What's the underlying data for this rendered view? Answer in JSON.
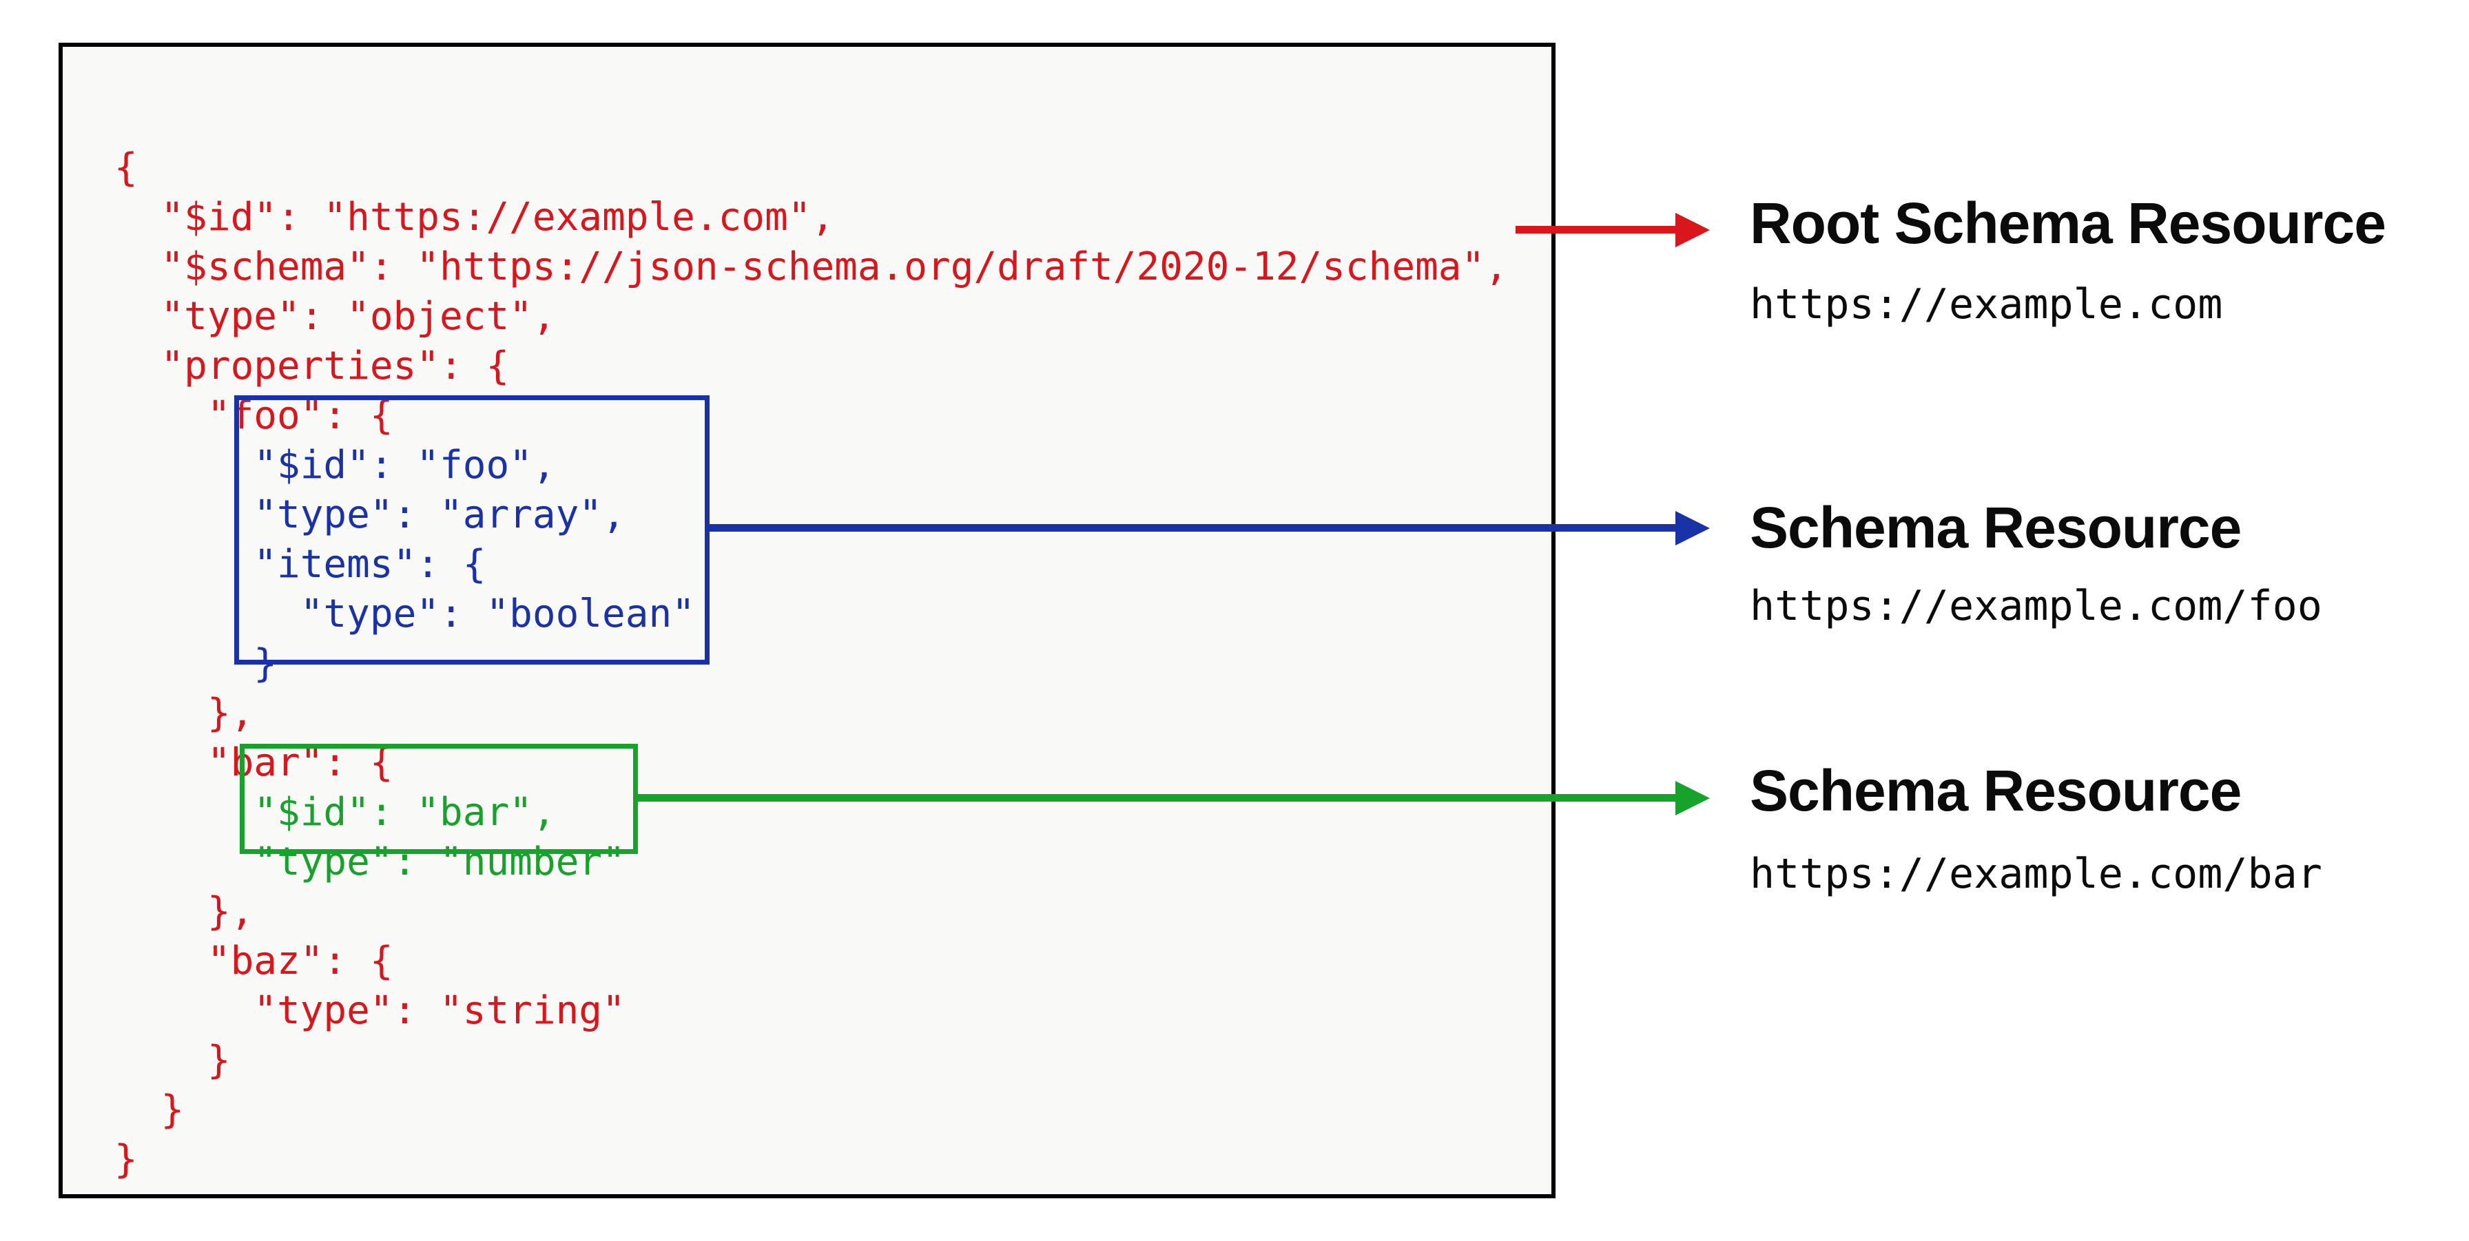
{
  "colors": {
    "red": "#d8161b",
    "blue": "#1a32a8",
    "green": "#17a32b",
    "text_black": "#0b0b0b",
    "box_background": "#f9f9f8",
    "box_border": "#000000"
  },
  "code": {
    "lines": [
      {
        "text": "{",
        "region": "root"
      },
      {
        "text": "  \"$id\": \"https://example.com\",",
        "region": "root"
      },
      {
        "text": "  \"$schema\": \"https://json-schema.org/draft/2020-12/schema\",",
        "region": "root"
      },
      {
        "text": "  \"type\": \"object\",",
        "region": "root"
      },
      {
        "text": "  \"properties\": {",
        "region": "root"
      },
      {
        "text": "    \"foo\": {",
        "region": "root"
      },
      {
        "text": "      \"$id\": \"foo\",",
        "region": "foo"
      },
      {
        "text": "      \"type\": \"array\",",
        "region": "foo"
      },
      {
        "text": "      \"items\": {",
        "region": "foo"
      },
      {
        "text": "        \"type\": \"boolean\"",
        "region": "foo"
      },
      {
        "text": "      }",
        "region": "foo"
      },
      {
        "text": "    },",
        "region": "root"
      },
      {
        "text": "    \"bar\": {",
        "region": "root"
      },
      {
        "text": "      \"$id\": \"bar\",",
        "region": "bar"
      },
      {
        "text": "      \"type\": \"number\"",
        "region": "bar"
      },
      {
        "text": "    },",
        "region": "root"
      },
      {
        "text": "    \"baz\": {",
        "region": "root"
      },
      {
        "text": "      \"type\": \"string\"",
        "region": "root"
      },
      {
        "text": "    }",
        "region": "root"
      },
      {
        "text": "  }",
        "region": "root"
      },
      {
        "text": "}",
        "region": "root"
      }
    ]
  },
  "annotations": [
    {
      "id": "root",
      "title": "Root Schema Resource",
      "uri": "https://example.com"
    },
    {
      "id": "foo",
      "title": "Schema Resource",
      "uri": "https://example.com/foo"
    },
    {
      "id": "bar",
      "title": "Schema Resource",
      "uri": "https://example.com/bar"
    }
  ]
}
